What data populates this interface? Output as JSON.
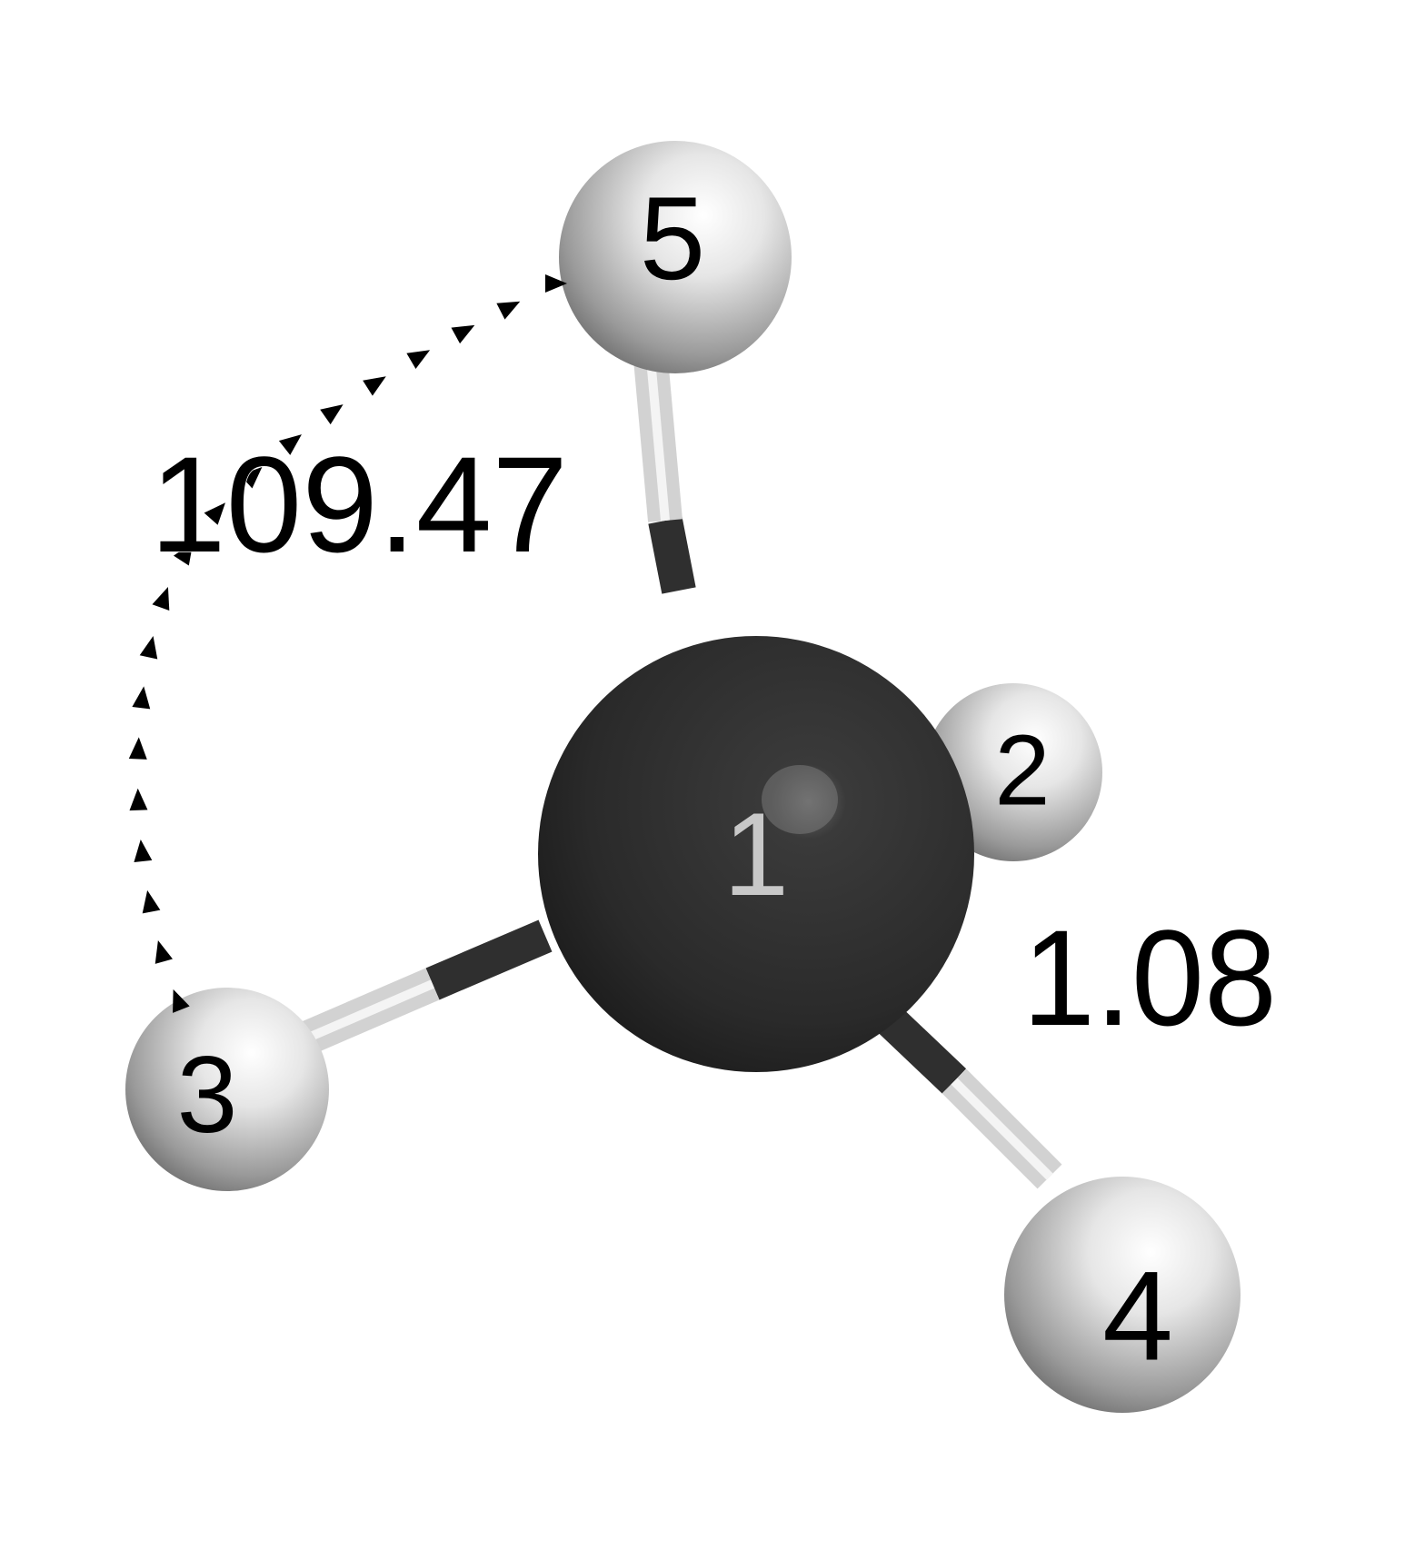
{
  "molecule": {
    "atoms": [
      {
        "label": "1",
        "element": "C",
        "color": "#2e2e2e",
        "label_color": "#c8c8c8"
      },
      {
        "label": "2",
        "element": "H",
        "color": "#d8d8d8",
        "label_color": "#000000"
      },
      {
        "label": "3",
        "element": "H",
        "color": "#d8d8d8",
        "label_color": "#000000"
      },
      {
        "label": "4",
        "element": "H",
        "color": "#d8d8d8",
        "label_color": "#000000"
      },
      {
        "label": "5",
        "element": "H",
        "color": "#d8d8d8",
        "label_color": "#000000"
      }
    ],
    "bonds": [
      {
        "from": "1",
        "to": "2"
      },
      {
        "from": "1",
        "to": "3"
      },
      {
        "from": "1",
        "to": "4"
      },
      {
        "from": "1",
        "to": "5"
      }
    ],
    "measurements": {
      "angle": {
        "value": "109.47",
        "atoms": [
          "5",
          "1",
          "3"
        ]
      },
      "bond_length": {
        "value": "1.08",
        "atoms": [
          "1",
          "4"
        ]
      }
    },
    "colors": {
      "carbon": "#2e2e2e",
      "hydrogen": "#d8d8d8",
      "bond_dark": "#333333",
      "bond_light": "#cfcfcf",
      "arc": "#000000"
    }
  }
}
